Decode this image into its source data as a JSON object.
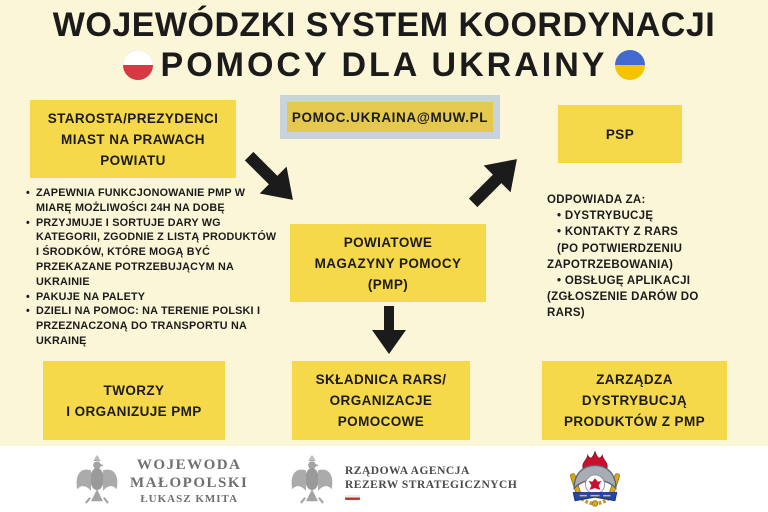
{
  "title": {
    "line1": "WOJEWÓDZKI SYSTEM KOORDYNACJI",
    "line2": "POMOCY DLA UKRAINY"
  },
  "colors": {
    "background": "#FBF6D8",
    "node_yellow": "#F6D84B",
    "email_yellow": "#E4C94E",
    "email_border": "#C8D3DB",
    "text_black": "#1B1B1B",
    "footer_background": "#FFFFFF",
    "poland_flag_top": "#FFFFFF",
    "poland_flag_bottom": "#D63A45",
    "ukraine_flag_top": "#4169CF",
    "ukraine_flag_bottom": "#F2C500"
  },
  "nodes": {
    "starosta": {
      "lines": [
        "STAROSTA/PREZYDENCI",
        "MIAST NA PRAWACH",
        "POWIATU"
      ]
    },
    "email": {
      "label": "POMOC.UKRAINA@MUW.PL"
    },
    "psp": {
      "label": "PSP"
    },
    "pmp": {
      "lines": [
        "POWIATOWE",
        "MAGAZYNY POMOCY",
        "(PMP)"
      ]
    },
    "tworzy": {
      "lines": [
        "TWORZY",
        "I ORGANIZUJE PMP"
      ]
    },
    "skladnica": {
      "lines": [
        "SKŁADNICA RARS/",
        "ORGANIZACJE",
        "POMOCOWE"
      ]
    },
    "zarzadza": {
      "lines": [
        "ZARZĄDZA",
        "DYSTRYBUCJĄ",
        "PRODUKTÓW Z PMP"
      ]
    }
  },
  "starosta_tasks": {
    "items": [
      "ZAPEWNIA FUNKCJONOWANIE PMP W MIARĘ MOŻLIWOŚCI 24H NA DOBĘ",
      "PRZYJMUJE I SORTUJE DARY WG KATEGORII, ZGODNIE Z LISTĄ PRODUKTÓW I ŚRODKÓW, KTÓRE MOGĄ BYĆ PRZEKAZANE POTRZEBUJĄCYM NA UKRAINIE",
      "PAKUJE NA PALETY",
      "DZIELI NA POMOC: NA TERENIE POLSKI I PRZEZNACZONĄ DO TRANSPORTU NA UKRAINĘ"
    ]
  },
  "psp_tasks": {
    "heading": "ODPOWIADA ZA:",
    "lines": [
      "• DYSTRYBUCJĘ",
      "• KONTAKTY Z RARS",
      "(PO POTWIERDZENIU",
      "ZAPOTRZEBOWANIA)",
      "• OBSŁUGĘ APLIKACJI",
      "(ZGŁOSZENIE DARÓW DO",
      "RARS)"
    ]
  },
  "arrows": [
    {
      "from": "starosta",
      "to": "pmp",
      "direction": "down-right"
    },
    {
      "from": "pmp",
      "to": "psp",
      "direction": "up-right"
    },
    {
      "from": "pmp",
      "to": "skladnica",
      "direction": "down"
    }
  ],
  "footer": {
    "wojewoda": {
      "line1": "WOJEWODA",
      "line2": "MAŁOPOLSKI",
      "line3": "ŁUKASZ KMITA"
    },
    "rars": {
      "line1": "RZĄDOWA AGENCJA",
      "line2": "REZERW STRATEGICZNYCH"
    }
  }
}
